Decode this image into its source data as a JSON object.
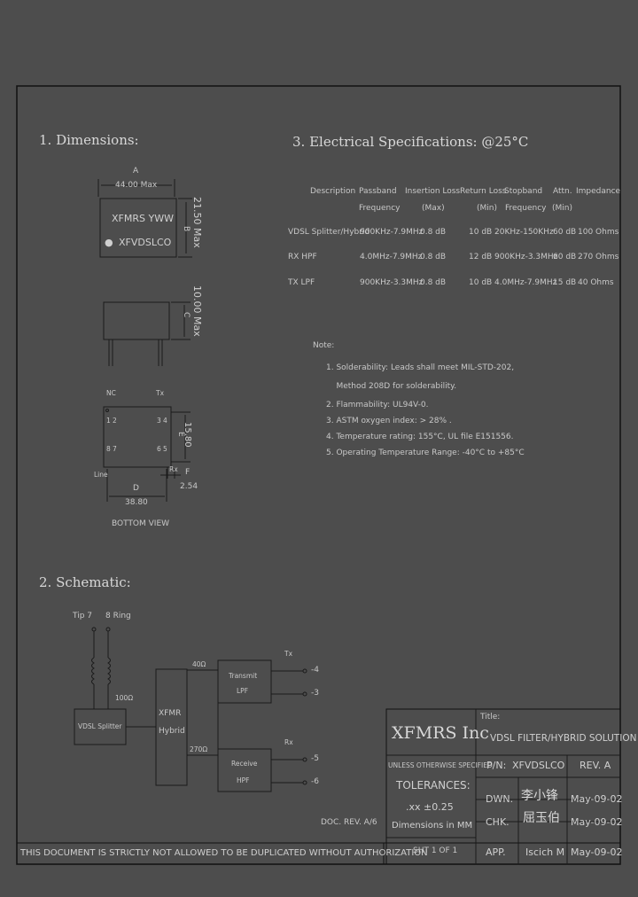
{
  "sections": {
    "dimensions_title": "1. Dimensions:",
    "electrical_title": "3. Electrical   Specifications: @25°C",
    "schematic_title": "2. Schematic:"
  },
  "dimensions": {
    "label_A": "A",
    "dim_A": "44.00 Max",
    "marking_line1": "XFMRS YWW",
    "marking_line2": "XFVDSLCO",
    "label_B": "B",
    "dim_B": "21.50 Max",
    "label_C": "C",
    "dim_C": "10.00 Max",
    "pin_nc": "NC",
    "pin_tx": "Tx",
    "pin_1": "1",
    "pin_2": "2",
    "pin_3": "3",
    "pin_4": "4",
    "pin_8": "8",
    "pin_7": "7",
    "pin_6": "6",
    "pin_5": "5",
    "pin_rx": "Rx",
    "pin_line": "Line",
    "label_E": "E",
    "dim_E": "15.80",
    "label_F": "F",
    "dim_F": "2.54",
    "label_D": "D",
    "dim_D": "38.80",
    "bottom_view": "BOTTOM VIEW"
  },
  "spec_table": {
    "headers": [
      [
        "Description",
        ""
      ],
      [
        "Passband",
        "Frequency"
      ],
      [
        "Insertion Loss",
        "(Max)"
      ],
      [
        "Return Loss",
        "(Min)"
      ],
      [
        "Stopband",
        "Frequency"
      ],
      [
        "Attn.",
        "(Min)"
      ],
      [
        "Impedance",
        ""
      ]
    ],
    "rows": [
      [
        "VDSL Splitter/Hybrid",
        "900KHz-7.9MHz",
        "0.8 dB",
        "10 dB",
        "20KHz-150KHz",
        "60 dB",
        "100 Ohms"
      ],
      [
        "RX HPF",
        "4.0MHz-7.9MHz",
        "0.8 dB",
        "12 dB",
        "900KHz-3.3MHz",
        "60 dB",
        "270 Ohms"
      ],
      [
        "TX LPF",
        "900KHz-3.3MHz",
        "0.8 dB",
        "10 dB",
        "4.0MHz-7.9MHz",
        "15 dB",
        "40 Ohms"
      ]
    ]
  },
  "notes": {
    "title": "Note:",
    "items": [
      "1. Solderability: Leads shall meet MIL-STD-202,",
      "    Method 208D for solderability.",
      "2. Flammability: UL94V-0.",
      "3. ASTM oxygen index: > 28% .",
      "4. Temperature rating: 155°C, UL file E151556.",
      "5. Operating Temperature Range: -40°C to +85°C"
    ]
  },
  "schematic": {
    "tip_label": "Tip  7",
    "ring_label": "8  Ring",
    "res_100": "100Ω",
    "vdsl_splitter": "VDSL Splitter",
    "xfmr": "XFMR",
    "hybrid": "Hybrid",
    "res_40": "40Ω",
    "res_270": "270Ω",
    "tx": "Tx",
    "rx": "Rx",
    "transmit": "Transmit",
    "lpf": "LPF",
    "receive": "Receive",
    "hpf": "HPF",
    "pin_4": "-4",
    "pin_3": "-3",
    "pin_5": "-5",
    "pin_6": "-6"
  },
  "doc_rev": "DOC. REV. A/6",
  "title_block": {
    "company": "XFMRS Inc",
    "title_label": "Title:",
    "title_value": "VDSL FILTER/HYBRID SOLUTION",
    "tolerance_header": "UNLESS OTHERWISE SPECIFIED",
    "tolerances": "TOLERANCES:",
    "tol_value": ".xx  ±0.25",
    "dimensions_unit": "Dimensions in MM",
    "pn_label": "P/N:",
    "pn_value": "XFVDSLCO",
    "rev_label": "REV. A",
    "dwn": "DWN.",
    "dwn_sig": "李小锋",
    "dwn_date": "May-09-02",
    "chk": "CHK.",
    "chk_sig": "屈玉伯",
    "chk_date": "May-09-02",
    "sheet": "SHT 1 OF 1",
    "app": "APP.",
    "app_name": "Iscich M",
    "app_date": "May-09-02"
  },
  "footer": "THIS DOCUMENT IS STRICTLY NOT ALLOWED TO BE DUPLICATED WITHOUT AUTHORIZATION"
}
